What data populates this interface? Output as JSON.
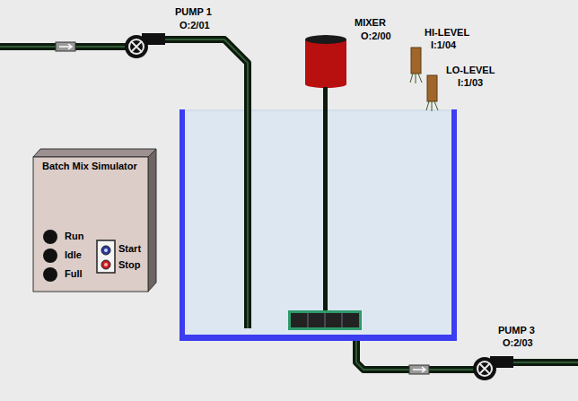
{
  "diagram": {
    "nodes": [
      {
        "text": [
          "Batch Mix Simulator",
          "Run",
          "Idle",
          "Full",
          "Start",
          "Stop"
        ]
      }
    ],
    "labels": [
      "PUMP 1",
      "O:2/01",
      "MIXER",
      "O:2/00",
      "HI-LEVEL",
      "I:1/04",
      "LO-LEVEL",
      "I:1/03",
      "PUMP 3",
      "O:2/03"
    ]
  }
}
